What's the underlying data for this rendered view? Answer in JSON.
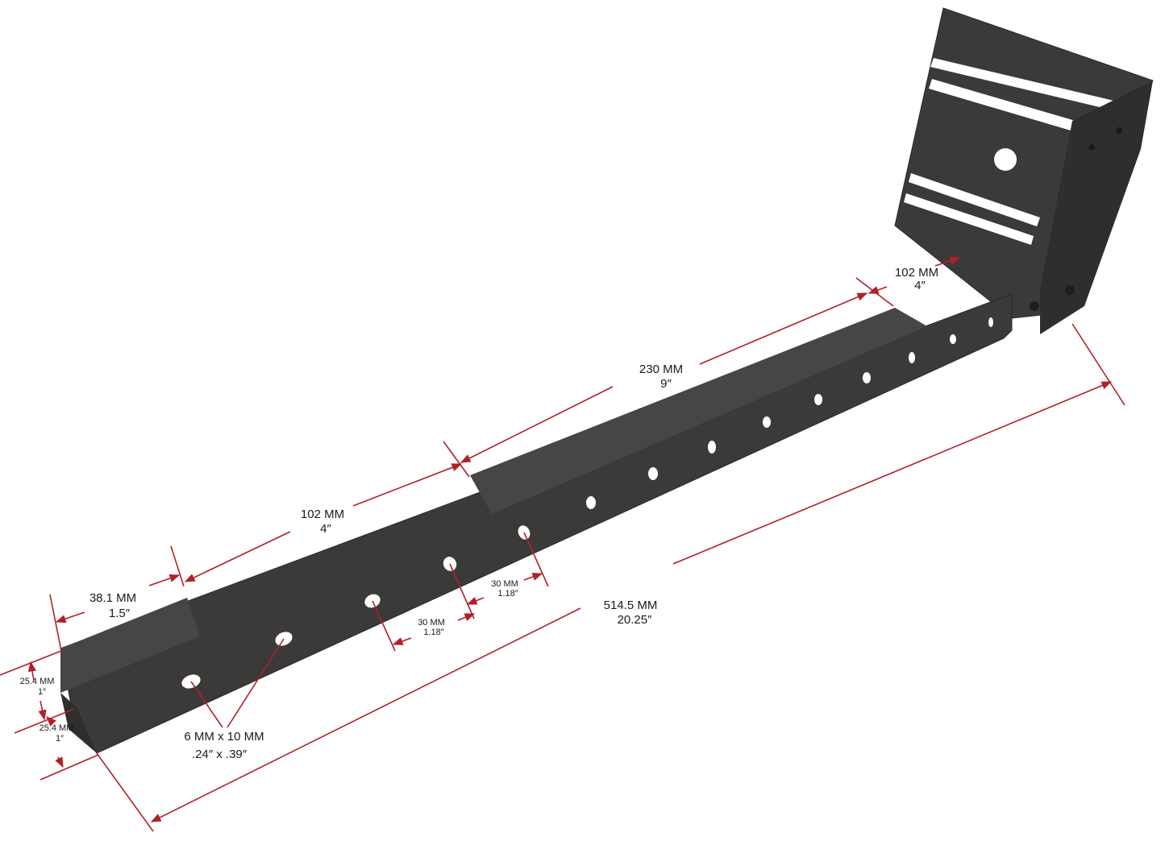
{
  "dimensions": [
    {
      "id": "flange-length",
      "metric": "38.1 MM",
      "imperial": "1.5″"
    },
    {
      "id": "gap-1",
      "metric": "102 MM",
      "imperial": "4″"
    },
    {
      "id": "middle-flange",
      "metric": "230 MM",
      "imperial": "9″"
    },
    {
      "id": "gap-2",
      "metric": "102 MM",
      "imperial": "4″"
    },
    {
      "id": "hole-spacing-a",
      "metric": "30 MM",
      "imperial": "1.18″"
    },
    {
      "id": "hole-spacing-b",
      "metric": "30 MM",
      "imperial": "1.18″"
    },
    {
      "id": "overall-length",
      "metric": "514.5 MM",
      "imperial": "20.25″"
    },
    {
      "id": "height-top",
      "metric": "25.4 MM",
      "imperial": "1″"
    },
    {
      "id": "height-bottom",
      "metric": "25.4 MM",
      "imperial": "1″"
    },
    {
      "id": "hole-size",
      "metric": "6 MM x 10 MM",
      "imperial": ".24″ x .39″"
    }
  ],
  "colors": {
    "dimension_line": "#b0202a",
    "metal": "#3b3a38",
    "text": "#1a1a1a"
  }
}
